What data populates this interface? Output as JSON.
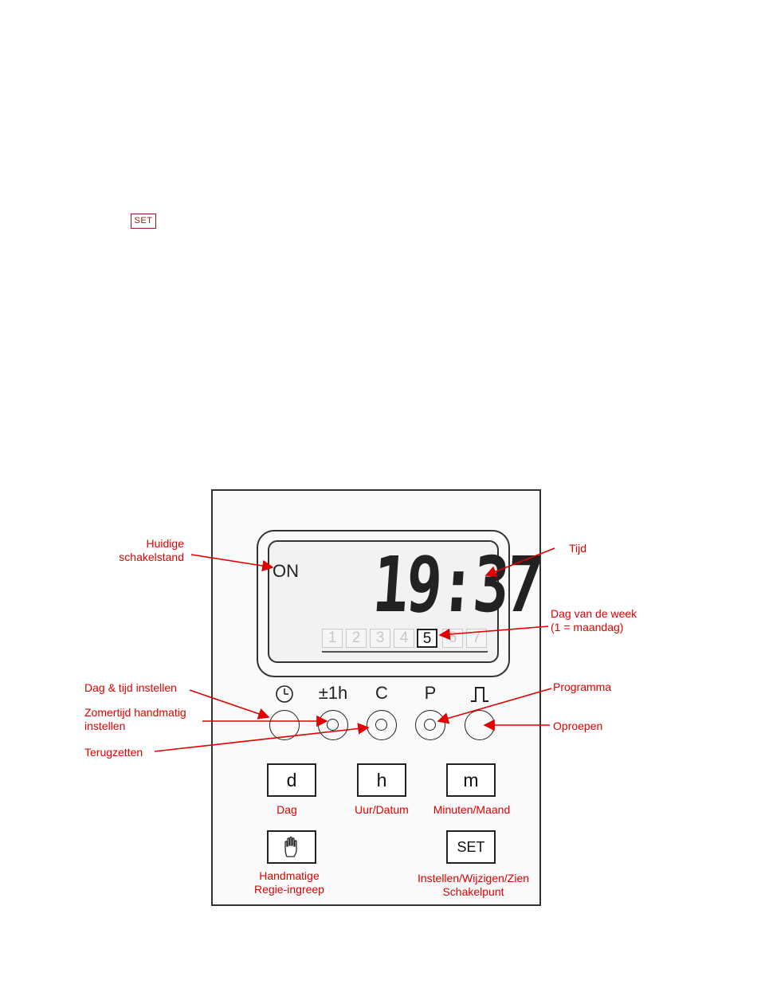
{
  "top_set_label": "SET",
  "display": {
    "state": "ON",
    "time": "19:37",
    "days": [
      "1",
      "2",
      "3",
      "4",
      "5",
      "6",
      "7"
    ],
    "active_day": "5"
  },
  "buttons": {
    "clock_symbol": "clock-icon",
    "dst": "±1h",
    "reset": "C",
    "program": "P",
    "recall_symbol": "pulse-icon"
  },
  "keys": {
    "d": "d",
    "h": "h",
    "m": "m",
    "manual_symbol": "hand-icon",
    "set": "SET"
  },
  "labels": {
    "current_state_1": "Huidige",
    "current_state_2": "schakelstand",
    "time": "Tijd",
    "weekday_1": "Dag van de week",
    "weekday_2": "(1 = maandag)",
    "set_day_time": "Dag & tijd instellen",
    "dst_manual_1": "Zomertijd handmatig",
    "dst_manual_2": "instellen",
    "reset": "Terugzetten",
    "program": "Programma",
    "recall": "Oproepen",
    "day": "Dag",
    "hour_date": "Uur/Datum",
    "minutes_month": "Minuten/Maand",
    "manual_1": "Handmatige",
    "manual_2": "Regie-ingreep",
    "set_1": "Instellen/Wijzigen/Zien",
    "set_2": "Schakelpunt"
  },
  "colors": {
    "annotation": "#e00000",
    "device": "#222222"
  }
}
